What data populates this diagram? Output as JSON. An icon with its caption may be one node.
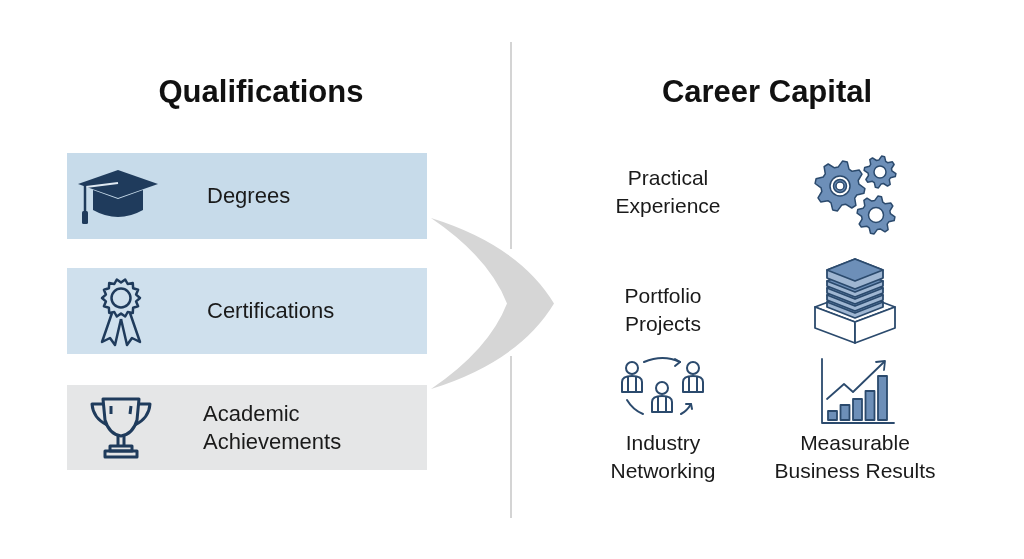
{
  "diagram": {
    "nodes": [
      {
        "text": [
          "Degrees"
        ]
      },
      {
        "text": [
          "Certifications"
        ]
      },
      {
        "text": [
          "Academic Achievements"
        ]
      }
    ],
    "labels": [
      "Qualifications",
      "Career Capital",
      "Practical Experience",
      "Portfolio Projects",
      "Industry Networking",
      "Measurable Business Results"
    ]
  }
}
